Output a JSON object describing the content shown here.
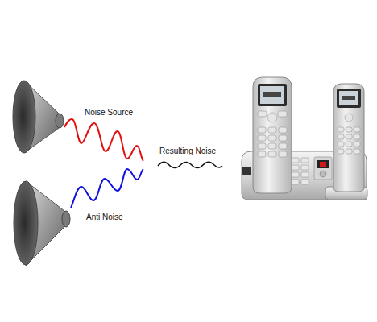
{
  "diagram": {
    "labels": [
      "Noise Source",
      "Anti Noise",
      "Resulting Noise"
    ]
  }
}
